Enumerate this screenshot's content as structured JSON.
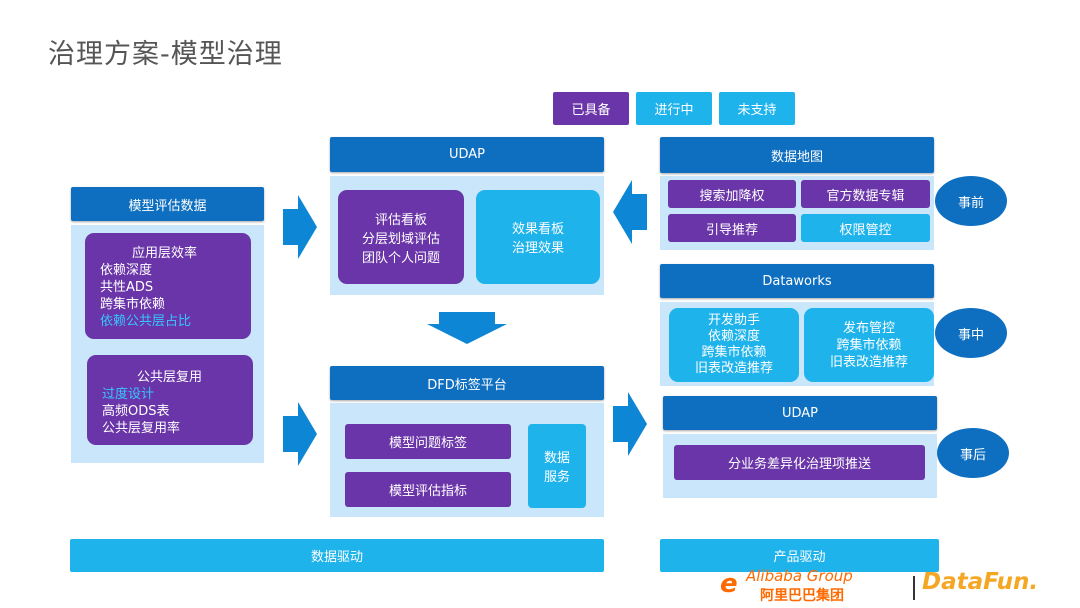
{
  "title": "治理方案-模型治理",
  "legend": {
    "ready": "已具备",
    "in_progress": "进行中",
    "unsupported": "未支持",
    "colors": {
      "ready": "#6a35a8",
      "in_progress": "#1fb3ec",
      "unsupported": "#1fb3ec"
    }
  },
  "left": {
    "header": "模型评估数据",
    "box1": {
      "title": "应用层效率",
      "items": [
        "依赖深度",
        "共性ADS",
        "跨集市依赖"
      ],
      "highlight": "依赖公共层占比"
    },
    "box2": {
      "title": "公共层复用",
      "highlight": "过度设计",
      "items": [
        "高频ODS表",
        "公共层复用率"
      ]
    }
  },
  "udap_top": {
    "header": "UDAP",
    "box1": [
      "评估看板",
      "分层划域评估",
      "团队个人问题"
    ],
    "box2": [
      "效果看板",
      "治理效果"
    ]
  },
  "dfd": {
    "header": "DFD标签平台",
    "tag1": "模型问题标签",
    "tag2": "模型评估指标",
    "service": [
      "数据",
      "服务"
    ]
  },
  "datamap": {
    "header": "数据地图",
    "items": [
      "搜索加降权",
      "官方数据专辑",
      "引导推荐",
      "权限管控"
    ],
    "phase": "事前"
  },
  "dataworks": {
    "header": "Dataworks",
    "box1": [
      "开发助手",
      "依赖深度",
      "跨集市依赖",
      "旧表改造推荐"
    ],
    "box2": [
      "发布管控",
      "跨集市依赖",
      "旧表改造推荐"
    ],
    "phase": "事中"
  },
  "udap_bottom": {
    "header": "UDAP",
    "item": "分业务差异化治理项推送",
    "phase": "事后"
  },
  "bottom": {
    "data_driven": "数据驱动",
    "product_driven": "产品驱动"
  },
  "footer": {
    "alibaba_en": "Alibaba Group",
    "alibaba_cn": "阿里巴巴集团",
    "datafun": "DataFun."
  },
  "colors": {
    "header_blue": "#0e6fc0",
    "panel": "#c9e6fa",
    "purple": "#6a35a8",
    "cyan": "#1fb3ec",
    "highlight": "#36c6ff",
    "alibaba_orange": "#ff6a00",
    "datafun_orange": "#f5a623"
  }
}
